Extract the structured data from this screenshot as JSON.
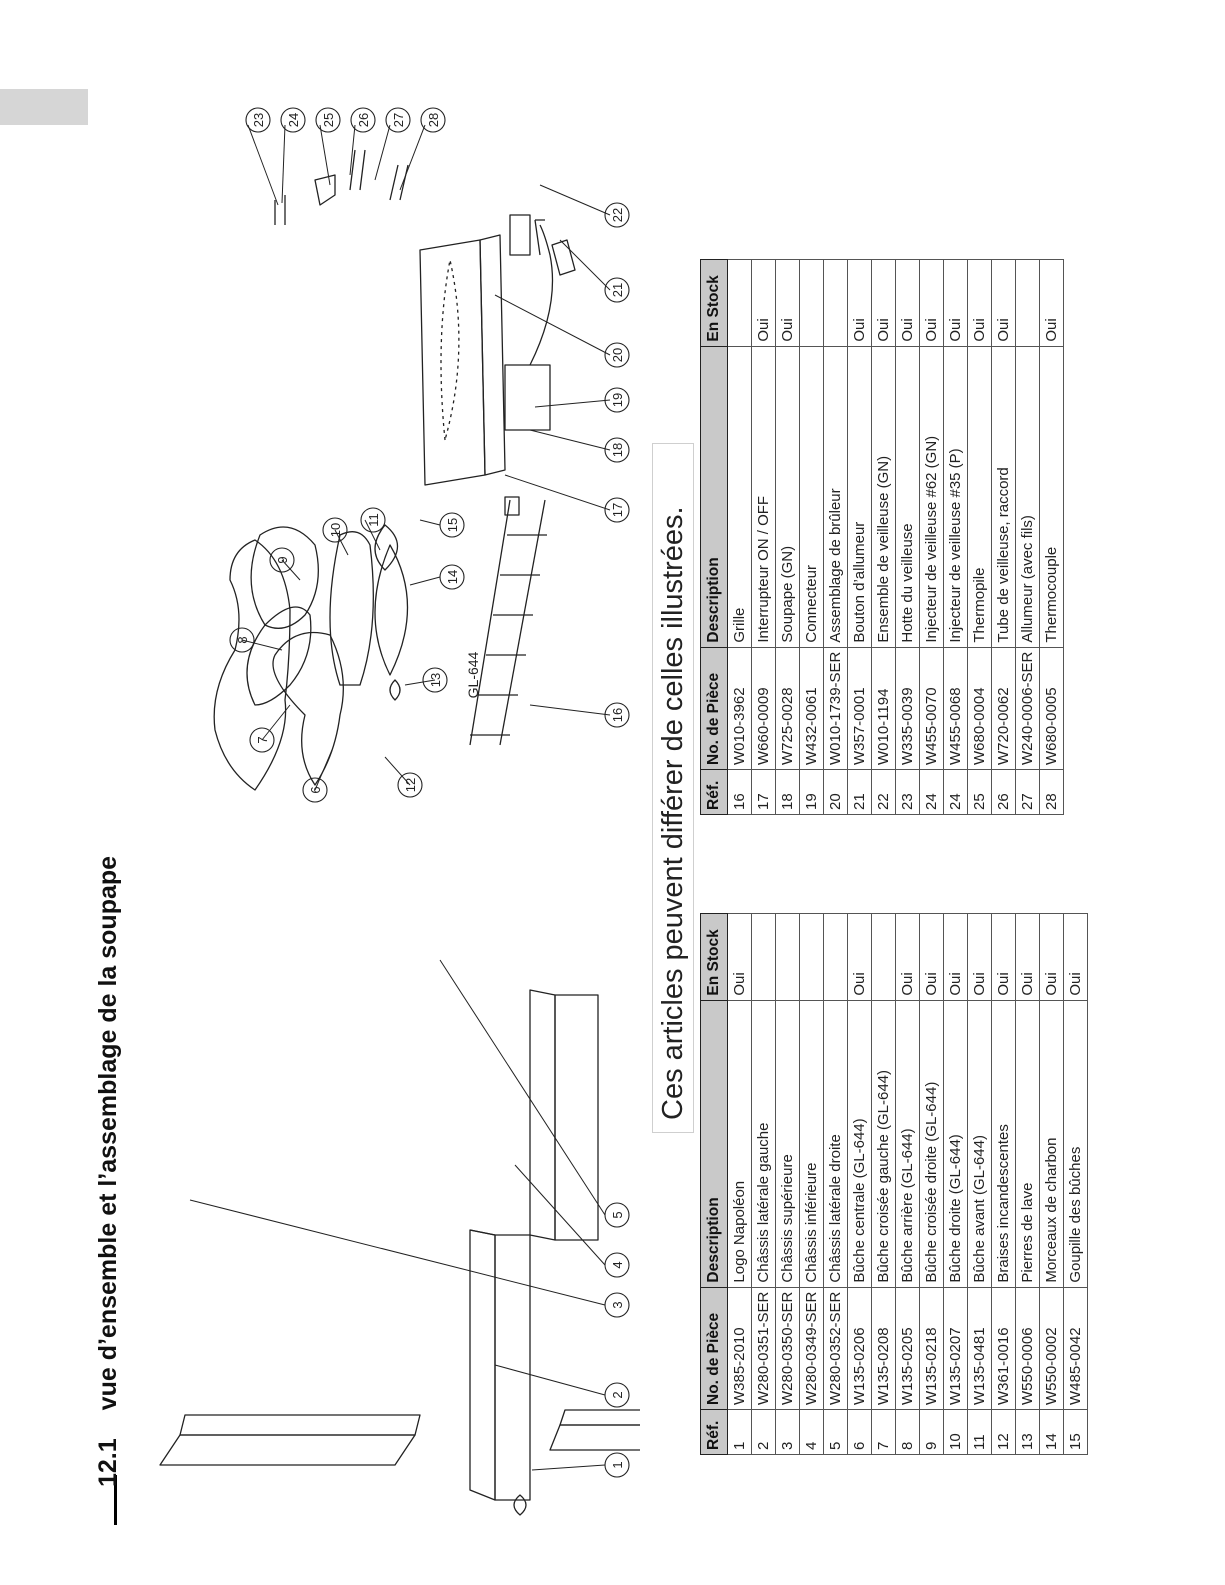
{
  "section": {
    "number": "12.1",
    "title": "vue d’ensemble  et l’assemblage de la soupape"
  },
  "note": "Ces articles peuvent différer de celles illustrées.",
  "diagram": {
    "log_set_label": "GL-644",
    "callouts": [
      "1",
      "2",
      "3",
      "4",
      "5",
      "6",
      "7",
      "8",
      "9",
      "10",
      "11",
      "12",
      "13",
      "14",
      "15",
      "16",
      "17",
      "18",
      "19",
      "20",
      "21",
      "22",
      "23",
      "24",
      "25",
      "26",
      "27",
      "28"
    ]
  },
  "table": {
    "headers": [
      "Réf.",
      "No. de Pièce",
      "Description",
      "En Stock"
    ],
    "left_rows": [
      [
        "1",
        "W385-2010",
        "Logo Napoléon",
        "Oui"
      ],
      [
        "2",
        "W280-0351-SER",
        "Châssis latérale gauche",
        ""
      ],
      [
        "3",
        "W280-0350-SER",
        "Châssis supérieure",
        ""
      ],
      [
        "4",
        "W280-0349-SER",
        "Châssis inférieure",
        ""
      ],
      [
        "5",
        "W280-0352-SER",
        "Châssis latérale droite",
        ""
      ],
      [
        "6",
        "W135-0206",
        "Bûche centrale (GL-644)",
        "Oui"
      ],
      [
        "7",
        "W135-0208",
        "Bûche croisée gauche (GL-644)",
        ""
      ],
      [
        "8",
        "W135-0205",
        "Bûche arrière (GL-644)",
        "Oui"
      ],
      [
        "9",
        "W135-0218",
        "Bûche croisée droite (GL-644)",
        "Oui"
      ],
      [
        "10",
        "W135-0207",
        "Bûche droite (GL-644)",
        "Oui"
      ],
      [
        "11",
        "W135-0481",
        "Bûche avant (GL-644)",
        "Oui"
      ],
      [
        "12",
        "W361-0016",
        "Braises incandescentes",
        "Oui"
      ],
      [
        "13",
        "W550-0006",
        "Pierres de lave",
        "Oui"
      ],
      [
        "14",
        "W550-0002",
        "Morceaux de charbon",
        "Oui"
      ],
      [
        "15",
        "W485-0042",
        "Goupille des bûches",
        "Oui"
      ]
    ],
    "right_rows": [
      [
        "16",
        "W010-3962",
        "Grille",
        ""
      ],
      [
        "17",
        "W660-0009",
        "Interrupteur ON / OFF",
        "Oui"
      ],
      [
        "18",
        "W725-0028",
        "Soupape (GN)",
        "Oui"
      ],
      [
        "19",
        "W432-0061",
        "Connecteur",
        ""
      ],
      [
        "20",
        "W010-1739-SER",
        "Assemblage de brûleur",
        ""
      ],
      [
        "21",
        "W357-0001",
        "Bouton d’allumeur",
        "Oui"
      ],
      [
        "22",
        "W010-1194",
        "Ensemble de veilleuse (GN)",
        "Oui"
      ],
      [
        "23",
        "W335-0039",
        "Hotte du veilleuse",
        "Oui"
      ],
      [
        "24",
        "W455-0070",
        "Injecteur de veilleuse #62 (GN)",
        "Oui"
      ],
      [
        "24",
        "W455-0068",
        "Injecteur de veilleuse #35 (P)",
        "Oui"
      ],
      [
        "25",
        "W680-0004",
        "Thermopile",
        "Oui"
      ],
      [
        "26",
        "W720-0062",
        "Tube de veilleuse, raccord",
        "Oui"
      ],
      [
        "27",
        "W240-0006-SER",
        "Allumeur (avec fils)",
        ""
      ],
      [
        "28",
        "W680-0005",
        "Thermocouple",
        "Oui"
      ]
    ]
  },
  "colors": {
    "header_bg": "#c9c9c9",
    "tab_bg": "#d6d6d6",
    "line": "#222222"
  }
}
